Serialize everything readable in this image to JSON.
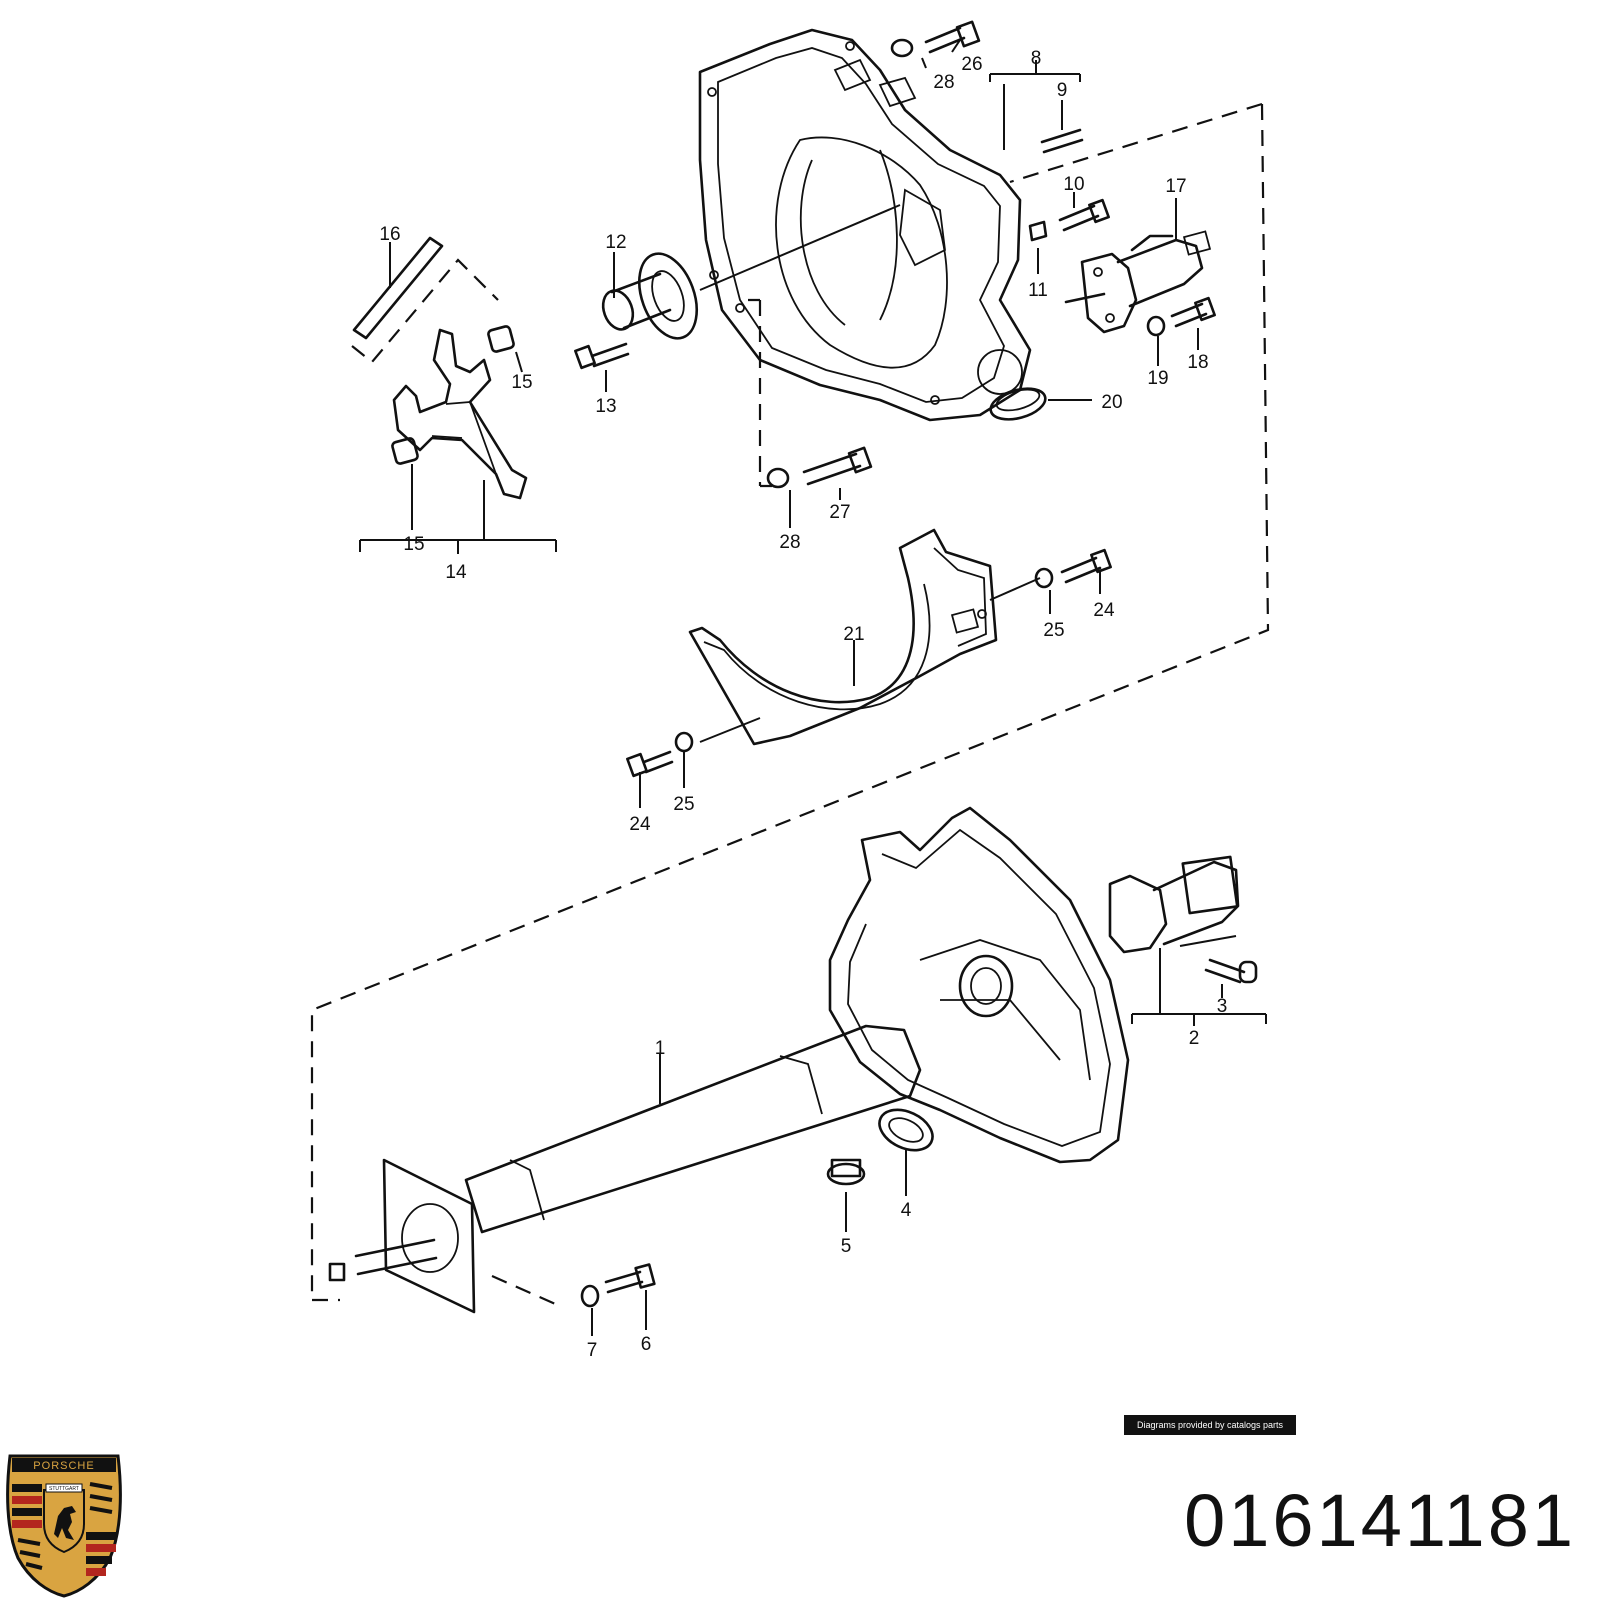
{
  "labels": {
    "c1": "1",
    "c2": "2",
    "c3": "3",
    "c4": "4",
    "c5": "5",
    "c6": "6",
    "c7": "7",
    "c8": "8",
    "c9": "9",
    "c10": "10",
    "c11": "11",
    "c12": "12",
    "c13": "13",
    "c14": "14",
    "c15a": "15",
    "c15b": "15",
    "c16": "16",
    "c17": "17",
    "c18": "18",
    "c19": "19",
    "c20": "20",
    "c21": "21",
    "c24a": "24",
    "c24b": "24",
    "c25a": "25",
    "c25b": "25",
    "c26": "26",
    "c27": "27",
    "c28a": "28",
    "c28b": "28"
  },
  "credit": "Diagrams provided by catalogs parts",
  "part_number": "016141181",
  "logo": {
    "brand": "PORSCHE",
    "city": "STUTTGART"
  },
  "colors": {
    "line": "#111111",
    "logo_gold": "#d9a441",
    "logo_red": "#b3261e",
    "logo_black": "#111111"
  }
}
